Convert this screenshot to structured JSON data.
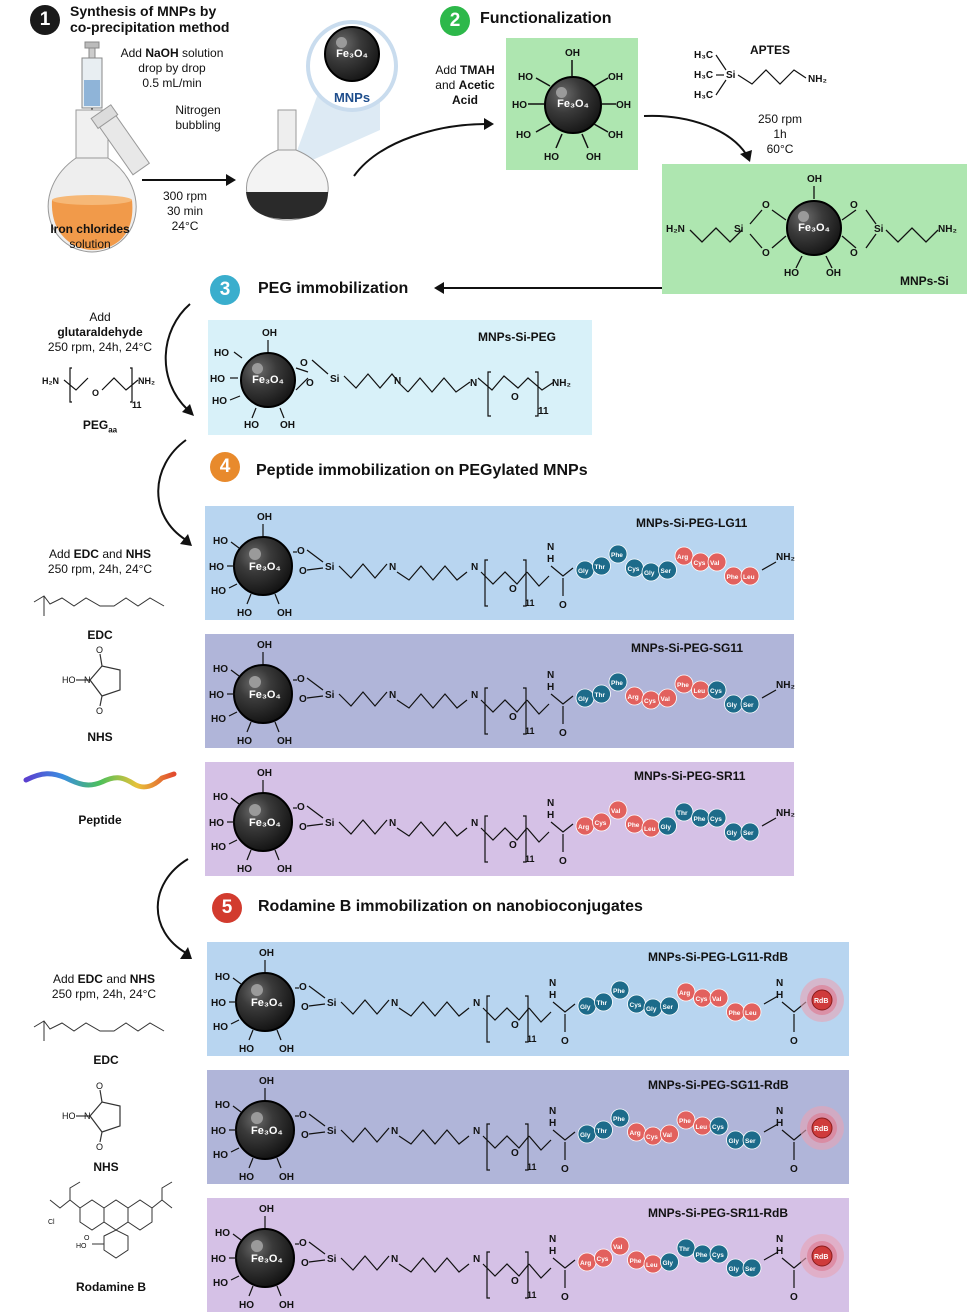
{
  "colors": {
    "step1": "#1a1a1a",
    "step2": "#2db84a",
    "step3": "#3aaecd",
    "step4": "#e88a2c",
    "step5": "#d23b2e",
    "green_panel": "#aee6b0",
    "blue_panel": "#d8f1f9",
    "lg_panel": "#b8d5f0",
    "sg_panel": "#b0b5d9",
    "sr_panel": "#d5c1e6",
    "amino_blue": "#1d6b8a",
    "amino_red": "#e2615e"
  },
  "steps": {
    "s1": {
      "num": "1",
      "title": "Synthesis of MNPs by",
      "title2": "co-precipitation method"
    },
    "s2": {
      "num": "2",
      "title": "Functionalization"
    },
    "s3": {
      "num": "3",
      "title": "PEG immobilization"
    },
    "s4": {
      "num": "4",
      "title": "Peptide immobilization on PEGylated MNPs"
    },
    "s5": {
      "num": "5",
      "title": "Rodamine B immobilization on nanobioconjugates"
    }
  },
  "synthesis": {
    "add_naoh_1": "Add",
    "add_naoh_2": "NaOH",
    "add_naoh_3": "solution",
    "drop": "drop by drop",
    "rate": "0.5 mL/min",
    "nitrogen1": "Nitrogen",
    "nitrogen2": "bubbling",
    "iron1": "Iron chlorides",
    "iron2": "solution",
    "rpm": "300 rpm",
    "time": "30 min",
    "temp": "24°C",
    "mnps": "MNPs",
    "fe3o4": "Fe₃O₄"
  },
  "functionalization": {
    "add": "Add",
    "tmah": "TMAH",
    "and": "and",
    "acetic1": "Acetic",
    "acetic2": "Acid",
    "aptes": "APTES",
    "rpm": "250 rpm",
    "time": "1h",
    "temp": "60°C",
    "mnps_si": "MNPs-Si"
  },
  "peg": {
    "add": "Add",
    "glut": "glutaraldehyde",
    "cond": "250 rpm, 24h, 24°C",
    "peg_label": "PEG",
    "peg_sub": "aa",
    "panel_title": "MNPs-Si-PEG"
  },
  "peptide": {
    "add1": "Add",
    "edc": "EDC",
    "and": "and",
    "nhs": "NHS",
    "cond": "250 rpm, 24h,  24°C",
    "edc_label": "EDC",
    "nhs_label": "NHS",
    "peptide_label": "Peptide",
    "panels": [
      "MNPs-Si-PEG-LG11",
      "MNPs-Si-PEG-SG11",
      "MNPs-Si-PEG-SR11"
    ]
  },
  "rodamine": {
    "add1": "Add",
    "edc": "EDC",
    "and": "and",
    "nhs": "NHS",
    "cond": "250 rpm, 24h,  24°C",
    "edc_label": "EDC",
    "nhs_label": "NHS",
    "rdb_label": "Rodamine B",
    "panels": [
      "MNPs-Si-PEG-LG11-RdB",
      "MNPs-Si-PEG-SG11-RdB",
      "MNPs-Si-PEG-SR11-RdB"
    ],
    "rdb": "RdB"
  },
  "chem": {
    "oh": "OH",
    "ho": "HO",
    "o": "O",
    "si": "Si",
    "n": "N",
    "nh": "N",
    "h": "H",
    "nh2": "NH₂",
    "h2n": "H₂N",
    "sub11": "11",
    "h3c": "H₃C"
  },
  "sequences": {
    "LG11": [
      [
        "Gly",
        "b"
      ],
      [
        "Thr",
        "b"
      ],
      [
        "Phe",
        "b"
      ],
      [
        "Cys",
        "b"
      ],
      [
        "Gly",
        "b"
      ],
      [
        "Ser",
        "b"
      ],
      [
        "Arg",
        "r"
      ],
      [
        "Cys",
        "r"
      ],
      [
        "Val",
        "r"
      ],
      [
        "Phe",
        "r"
      ],
      [
        "Leu",
        "r"
      ]
    ],
    "SG11": [
      [
        "Gly",
        "b"
      ],
      [
        "Thr",
        "b"
      ],
      [
        "Phe",
        "b"
      ],
      [
        "Arg",
        "r"
      ],
      [
        "Cys",
        "r"
      ],
      [
        "Val",
        "r"
      ],
      [
        "Phe",
        "r"
      ],
      [
        "Leu",
        "r"
      ],
      [
        "Cys",
        "b"
      ],
      [
        "Gly",
        "b"
      ],
      [
        "Ser",
        "b"
      ]
    ],
    "SR11": [
      [
        "Arg",
        "r"
      ],
      [
        "Cys",
        "r"
      ],
      [
        "Val",
        "r"
      ],
      [
        "Phe",
        "r"
      ],
      [
        "Leu",
        "r"
      ],
      [
        "Gly",
        "b"
      ],
      [
        "Thr",
        "b"
      ],
      [
        "Phe",
        "b"
      ],
      [
        "Cys",
        "b"
      ],
      [
        "Gly",
        "b"
      ],
      [
        "Ser",
        "b"
      ]
    ]
  }
}
